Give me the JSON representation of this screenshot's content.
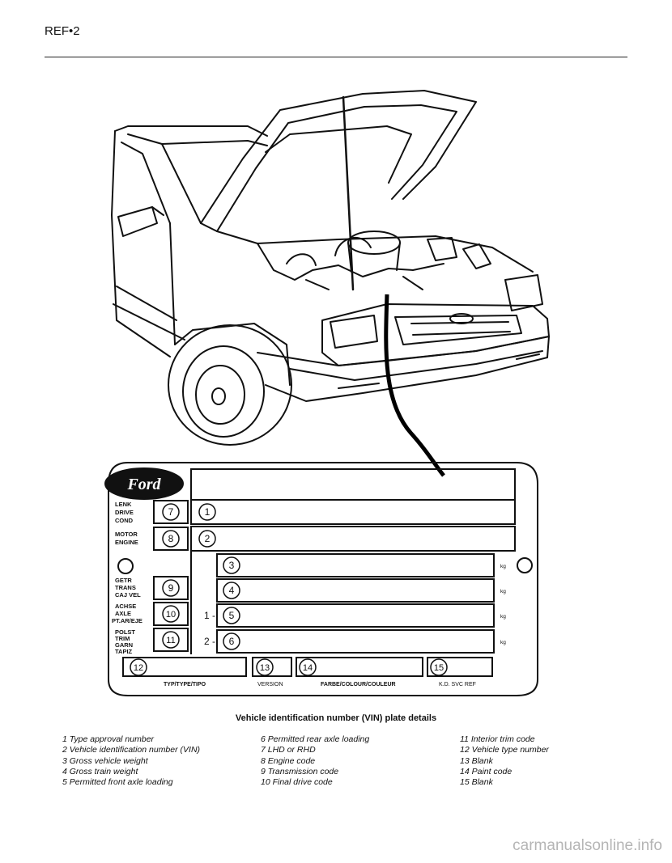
{
  "header": {
    "page_ref": "REF•2"
  },
  "plate": {
    "logo": "Ford",
    "labels": {
      "drive": [
        "LENK",
        "DRIVE",
        "COND"
      ],
      "engine": [
        "MOTOR",
        "ENGINE"
      ],
      "trans": [
        "GETR",
        "TRANS",
        "CAJ VEL"
      ],
      "axle": [
        "ACHSE",
        "AXLE",
        "PT.AR/EJE"
      ],
      "trim": [
        "POLST",
        "TRIM",
        "GARN",
        "TAPIZ"
      ]
    },
    "field_numbers": [
      "1",
      "2",
      "3",
      "4",
      "5",
      "6",
      "7",
      "8",
      "9",
      "10",
      "11",
      "12",
      "13",
      "14",
      "15"
    ],
    "kg": "kg",
    "row_prefix_1": "1 -",
    "row_prefix_2": "2 -",
    "footer_labels": [
      "TYP/TYPE/TIPO",
      "VERSION",
      "FARBE/COLOUR/COULEUR",
      "K.D. SVC REF"
    ]
  },
  "caption": "Vehicle identification number (VIN) plate details",
  "legend": [
    [
      "1  Type approval number",
      "2  Vehicle identification number (VIN)",
      "3  Gross vehicle weight",
      "4  Gross train weight",
      "5  Permitted front axle loading"
    ],
    [
      "6  Permitted rear axle loading",
      "7  LHD or RHD",
      "8  Engine code",
      "9  Transmission code",
      "10  Final drive code"
    ],
    [
      "11  Interior trim code",
      "12  Vehicle type number",
      "13  Blank",
      "14  Paint code",
      "15  Blank"
    ]
  ],
  "watermark": "carmanualsonline.info"
}
